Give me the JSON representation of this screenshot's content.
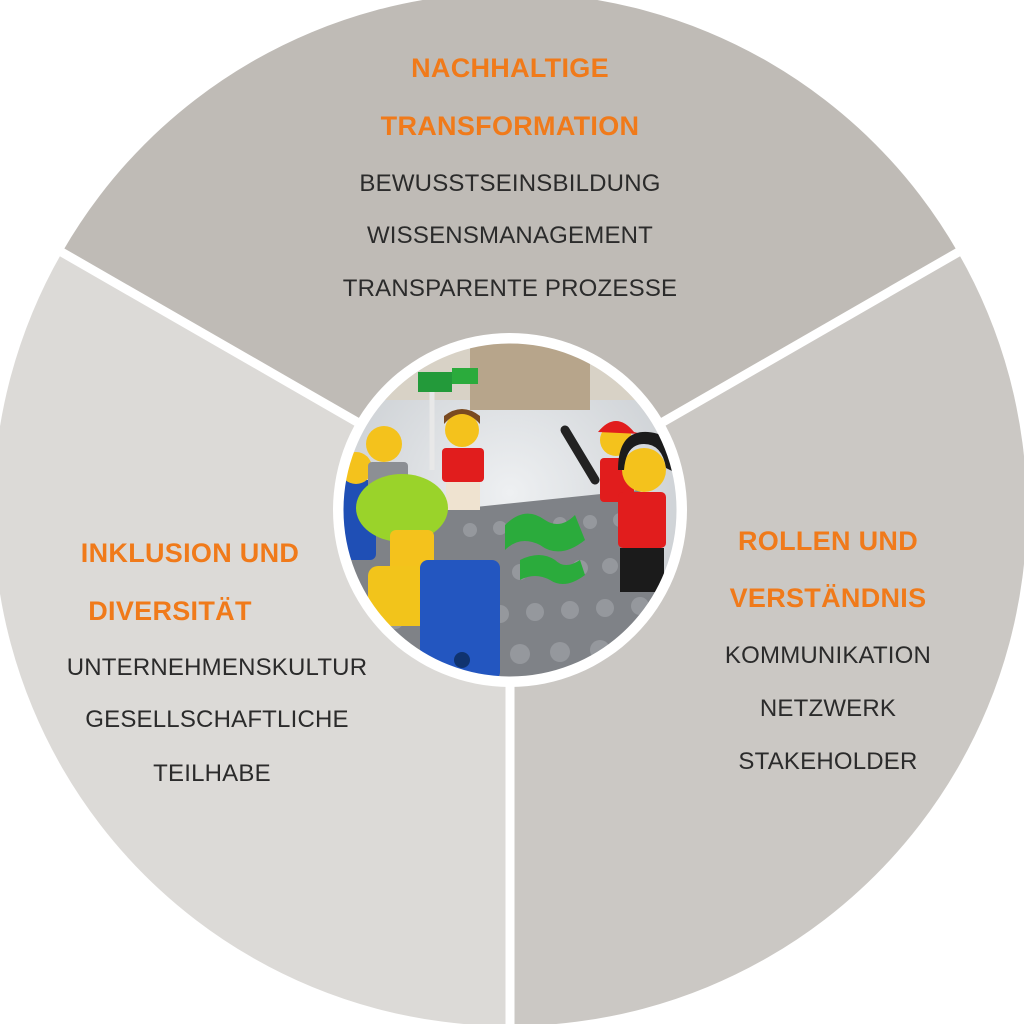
{
  "diagram": {
    "colors": {
      "accent": "#f07a1a",
      "text": "#2b2b2b",
      "segment_top": "#bfbbb6",
      "segment_left": "#dcdad7",
      "segment_right": "#cbc8c4",
      "divider": "#ffffff"
    },
    "center_image": "Photo of LEGO minifigures standing on a grey baseplate with green flags and pieces",
    "segments": [
      {
        "id": "top",
        "heading": [
          "NACHHALTIGE",
          "TRANSFORMATION"
        ],
        "items": [
          "BEWUSSTSEINSBILDUNG",
          "WISSENSMANAGEMENT",
          "TRANSPARENTE PROZESSE"
        ]
      },
      {
        "id": "right",
        "heading": [
          "ROLLEN UND",
          "VERSTÄNDNIS"
        ],
        "items": [
          "KOMMUNIKATION",
          "NETZWERK",
          "STAKEHOLDER"
        ]
      },
      {
        "id": "left",
        "heading": [
          "INKLUSION UND",
          "DIVERSITÄT"
        ],
        "items": [
          "UNTERNEHMENSKULTUR",
          "GESELLSCHAFTLICHE",
          "TEILHABE"
        ]
      }
    ]
  }
}
